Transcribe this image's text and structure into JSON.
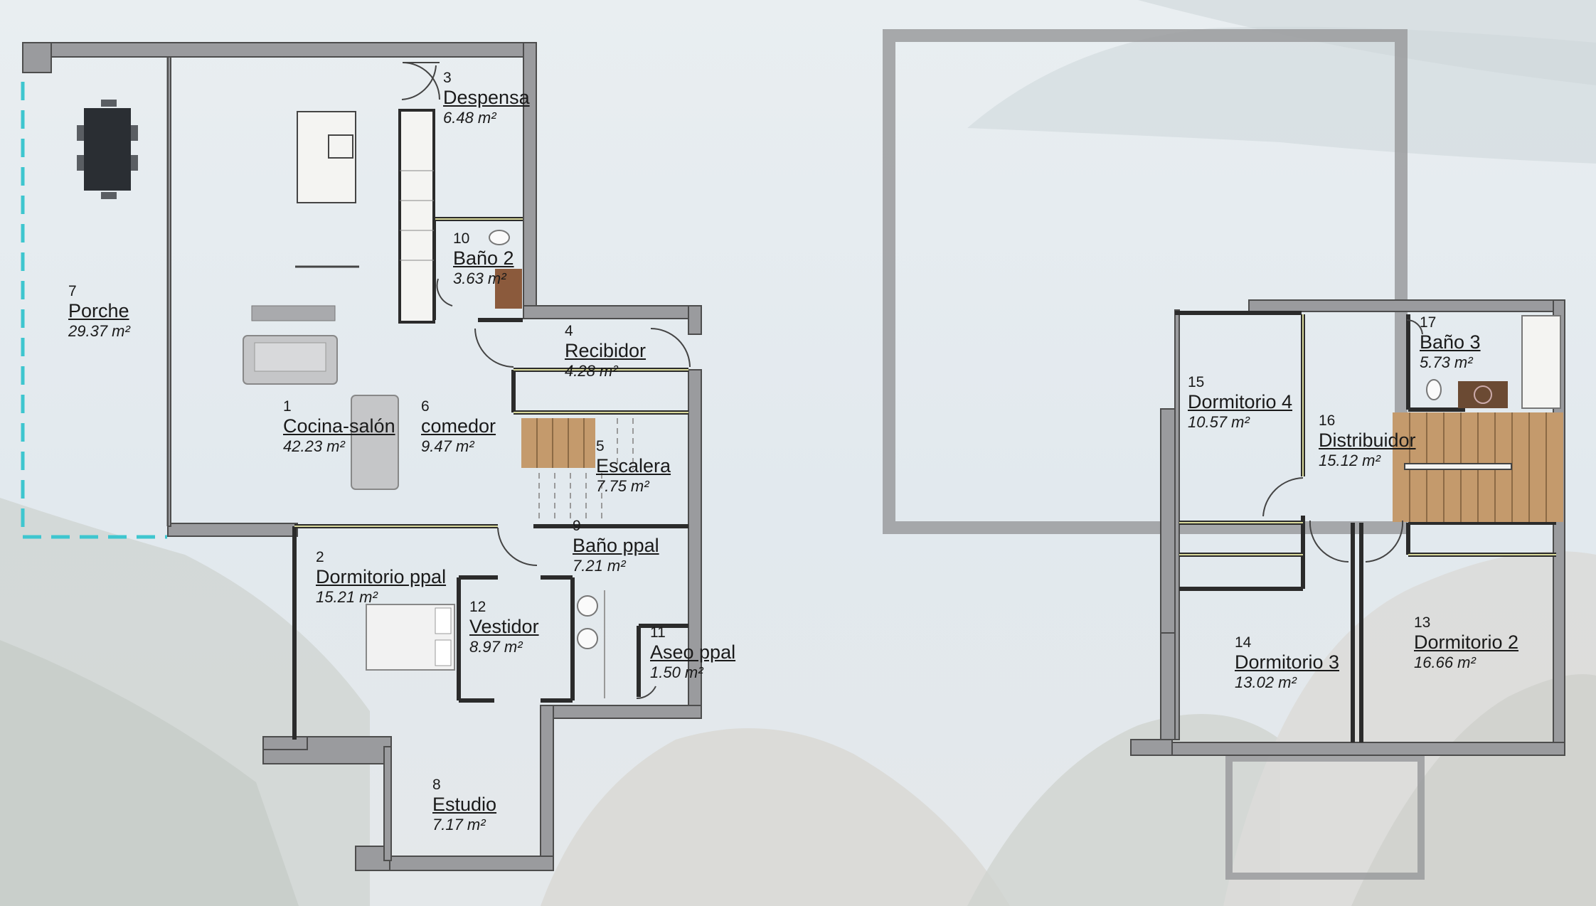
{
  "rooms": {
    "porche": {
      "num": "7",
      "name": "Porche",
      "area": "29.37 m²"
    },
    "cocina_salon": {
      "num": "1",
      "name": "Cocina-salón",
      "area": "42.23 m²"
    },
    "comedor": {
      "num": "6",
      "name": "comedor",
      "area": "9.47 m²"
    },
    "despensa": {
      "num": "3",
      "name": "Despensa",
      "area": "6.48 m²"
    },
    "bano2": {
      "num": "10",
      "name": "Baño 2",
      "area": "3.63 m²"
    },
    "recibidor": {
      "num": "4",
      "name": "Recibidor",
      "area": "4.28 m²"
    },
    "escalera": {
      "num": "5",
      "name": "Escalera",
      "area": "7.75 m²"
    },
    "bano_ppal": {
      "num": "9",
      "name": "Baño ppal",
      "area": "7.21 m²"
    },
    "dormitorio_ppal": {
      "num": "2",
      "name": "Dormitorio ppal",
      "area": "15.21 m²"
    },
    "vestidor": {
      "num": "12",
      "name": "Vestidor",
      "area": "8.97 m²"
    },
    "aseo_ppal": {
      "num": "11",
      "name": "Aseo ppal",
      "area": "1.50 m²"
    },
    "estudio": {
      "num": "8",
      "name": "Estudio",
      "area": "7.17 m²"
    },
    "dormitorio4": {
      "num": "15",
      "name": "Dormitorio 4",
      "area": "10.57 m²"
    },
    "bano3": {
      "num": "17",
      "name": "Baño 3",
      "area": "5.73 m²"
    },
    "distribuidor": {
      "num": "16",
      "name": "Distribuidor",
      "area": "15.12 m²"
    },
    "dormitorio3": {
      "num": "14",
      "name": "Dormitorio 3",
      "area": "13.02 m²"
    },
    "dormitorio2": {
      "num": "13",
      "name": "Dormitorio 2",
      "area": "16.66 m²"
    }
  },
  "colors": {
    "wall": "#9a9b9e",
    "wall_outline": "#555555",
    "partition": "#c9c98a",
    "wood": "#c49a6c",
    "terrace_dash": "#3ec6cf"
  }
}
